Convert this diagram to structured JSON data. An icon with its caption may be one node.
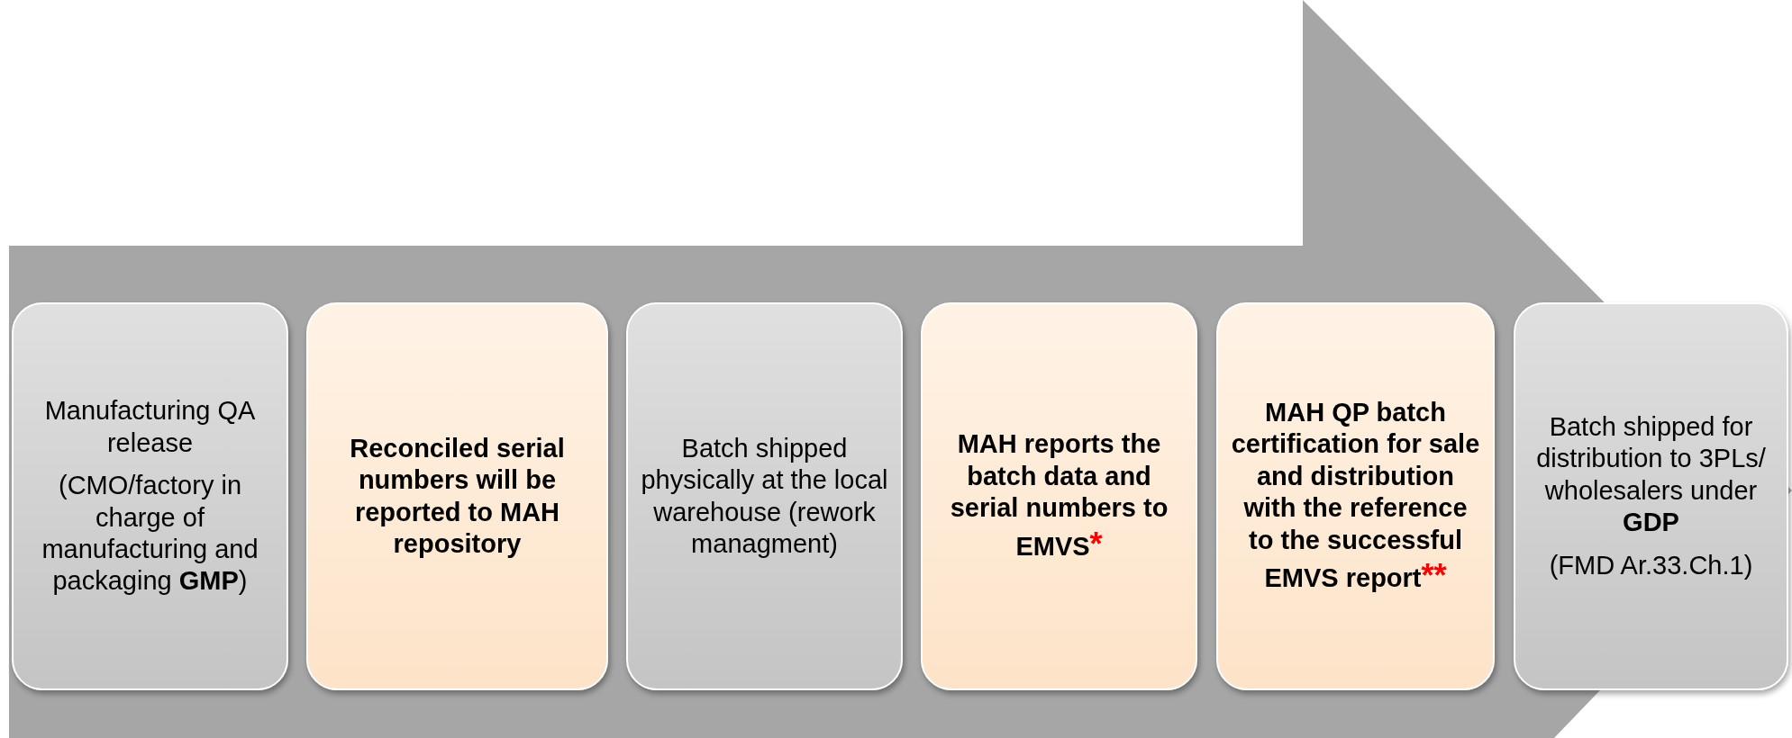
{
  "diagram": {
    "nodes": [
      {
        "text": [
          "Manufacturing QA release",
          "(CMO/factory in charge of manufacturing and packaging **GMP**)"
        ]
      },
      {
        "text": [
          "Reconciled serial numbers will be reported to MAH repository"
        ]
      },
      {
        "text": [
          "Batch shipped physically at the local warehouse (rework managment)"
        ]
      },
      {
        "text": [
          "MAH reports the batch data and serial numbers to EMVS",
          "*"
        ]
      },
      {
        "text": [
          "MAH QP batch certification for sale and distribution with the reference to the successful EMVS report",
          "**"
        ]
      },
      {
        "text": [
          "Batch shipped for distribution to 3PLs/ wholesalers under **GDP**",
          "(FMD Ar.33.Ch.1)"
        ]
      }
    ],
    "edges": []
  }
}
